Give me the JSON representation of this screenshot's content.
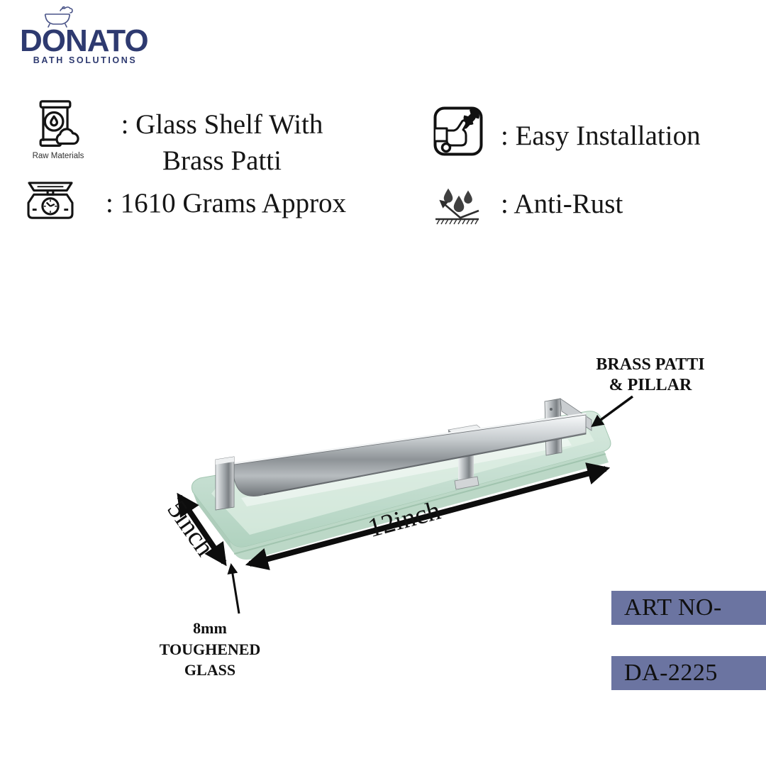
{
  "brand": {
    "name": "DONATO",
    "tagline": "BATH SOLUTIONS",
    "logo_color": "#2e3a70",
    "logo_icon": "bathtub-icon"
  },
  "features": [
    {
      "icon": "raw-materials-icon",
      "icon_caption": "Raw Materials",
      "lines": [
        ": Glass Shelf With",
        "Brass Patti"
      ]
    },
    {
      "icon": "weight-scale-icon",
      "lines": [
        ": 1610 Grams Approx"
      ]
    },
    {
      "icon": "easy-installation-icon",
      "lines": [
        ": Easy Installation"
      ]
    },
    {
      "icon": "anti-rust-icon",
      "lines": [
        ": Anti-Rust"
      ]
    }
  ],
  "product": {
    "dimension_width": "12inch",
    "dimension_depth": "5inch",
    "callout_rail": {
      "line1": "BRASS PATTI",
      "line2": "& PILLAR"
    },
    "callout_glass": {
      "line1": "8mm",
      "line2": "TOUGHENED",
      "line3": "GLASS"
    },
    "glass_color": "#c9dfd2",
    "chrome_color": "#b9bdc0"
  },
  "footer": {
    "art_no_label": "ART NO-",
    "art_no_value": "DA-2225",
    "box_color": "#6b74a1"
  }
}
